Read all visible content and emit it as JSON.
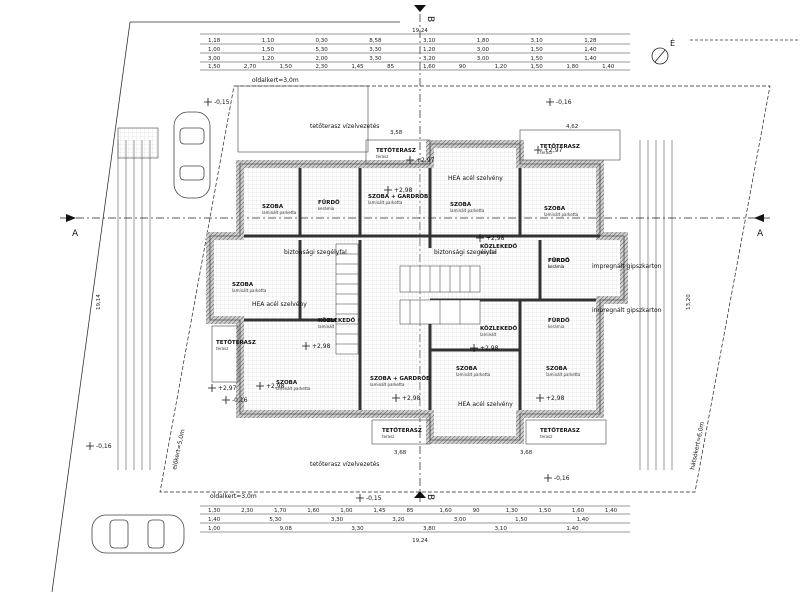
{
  "sections": {
    "a": "A",
    "b": "B"
  },
  "north": "É",
  "dimensions": {
    "top_total": "19,24",
    "bottom_total": "19,24",
    "top_row1": [
      "1,18",
      "1,10",
      "0,30",
      "8,58",
      "3,10",
      "1,80",
      "3,10",
      "1,28"
    ],
    "top_row2": [
      "1,00",
      "1,50",
      "5,30",
      "3,30",
      "1,20",
      "3,00",
      "1,50",
      "1,40"
    ],
    "top_row3": [
      "3,00",
      "1,20",
      "2,00",
      "3,30",
      "3,20",
      "3,00",
      "1,50",
      "1,40"
    ],
    "top_row4": [
      "1,50",
      "2,70",
      "1,50",
      "2,30",
      "1,45",
      "85",
      "1,60",
      "90",
      "1,20",
      "1,50",
      "1,80",
      "1,40"
    ],
    "bottom_row1": [
      "1,30",
      "2,30",
      "1,70",
      "1,60",
      "1,00",
      "1,45",
      "85",
      "1,60",
      "90",
      "1,30",
      "1,50",
      "1,60",
      "1,40"
    ],
    "bottom_row2": [
      "1,40",
      "5,30",
      "3,30",
      "3,20",
      "3,00",
      "1,50",
      "1,40"
    ],
    "bottom_row3": [
      "1,00",
      "9,08",
      "3,30",
      "3,80",
      "3,10",
      "1,40"
    ],
    "left_total": "19,14",
    "right_total": "13,20",
    "mid": [
      "3,58",
      "4,62",
      "3,68",
      "3,68"
    ]
  },
  "labels": {
    "side_top": "oldalkert=3,0m",
    "side_bottom": "oldalkert=3,0m",
    "front": "előkert=5,0m",
    "back": "hátsókert=6,0m",
    "eave_top": "tetőterasz vízelvezetés",
    "eave_bottom": "tetőterasz vízelvezetés",
    "chimney1": "biztonsági szegélyfal",
    "chimney2": "biztonsági szegélyfal",
    "chimney3": "impregnált gipszkarton",
    "chimney4": "impregnált gipszkarton",
    "steel1": "HEA acél szelvény",
    "steel2": "HEA acél szelvény",
    "steel3": "HEA acél szelvény"
  },
  "levels": [
    "-0,15",
    "-0,16",
    "-0,16",
    "-0,16",
    "-0,16",
    "-0,15",
    "+2,97",
    "+2,97",
    "+2,98",
    "+2,98",
    "+2,98",
    "+2,98",
    "+2,98",
    "+2,97",
    "+2,98",
    "+2,98"
  ],
  "rooms": [
    {
      "name": "TETŐTERASZ",
      "sub": "terasz"
    },
    {
      "name": "TETŐTERASZ",
      "sub": "terasz"
    },
    {
      "name": "SZOBA",
      "sub": "laminált parketta"
    },
    {
      "name": "FÜRDŐ",
      "sub": "kerámia"
    },
    {
      "name": "SZOBA + GARDRÓB",
      "sub": "laminált parketta"
    },
    {
      "name": "SZOBA",
      "sub": "laminált parketta"
    },
    {
      "name": "SZOBA",
      "sub": "laminált parketta"
    },
    {
      "name": "SZOBA",
      "sub": "laminált parketta"
    },
    {
      "name": "FÜRDŐ",
      "sub": "kerámia"
    },
    {
      "name": "KÖZLEKEDŐ",
      "sub": "laminált"
    },
    {
      "name": "KÖZLEKEDŐ",
      "sub": "laminált"
    },
    {
      "name": "FÜRDŐ",
      "sub": "kerámia"
    },
    {
      "name": "FÜRDŐ",
      "sub": "kerámia"
    },
    {
      "name": "KÖZLEKEDŐ",
      "sub": "laminált"
    },
    {
      "name": "TETŐTERASZ",
      "sub": "terasz"
    },
    {
      "name": "SZOBA",
      "sub": "laminált parketta"
    },
    {
      "name": "SZOBA + GARDRÓB",
      "sub": "laminált parketta"
    },
    {
      "name": "SZOBA",
      "sub": "laminált parketta"
    },
    {
      "name": "SZOBA",
      "sub": "laminált parketta"
    },
    {
      "name": "TETŐTERASZ",
      "sub": "terasz"
    },
    {
      "name": "TETŐTERASZ",
      "sub": "terasz"
    }
  ],
  "colors": {
    "wall": "#3a3a3a",
    "hatch": "#7a7a7a",
    "line": "#222222"
  }
}
